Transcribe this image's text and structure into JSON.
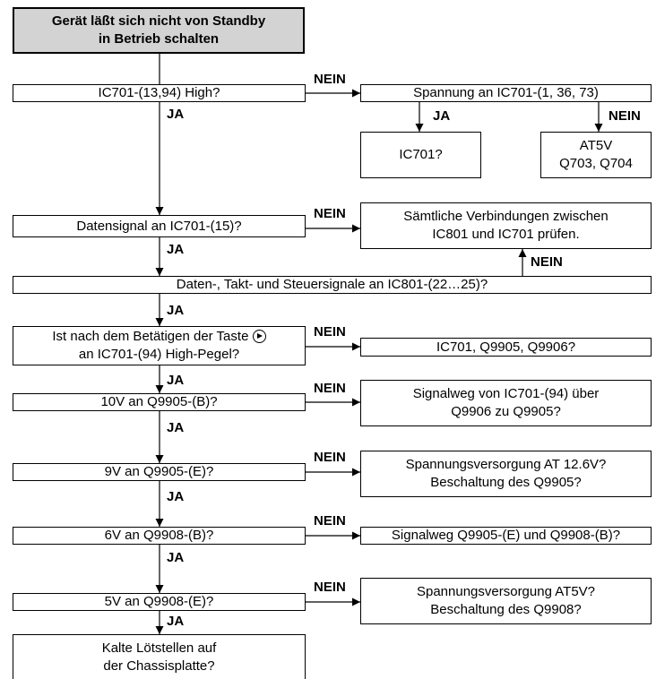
{
  "nodes": {
    "start": {
      "l1": "Gerät läßt sich nicht von Standby",
      "l2": "in Betrieb schalten"
    },
    "q_ic701_high": "IC701-(13,94) High?",
    "q_spannung": "Spannung an IC701-(1, 36, 73)",
    "r_ic701": "IC701?",
    "r_at5v": {
      "l1": "AT5V",
      "l2": "Q703, Q704"
    },
    "q_datensignal": "Datensignal an IC701-(15)?",
    "r_verbindungen": {
      "l1": "Sämtliche Verbindungen zwischen",
      "l2": "IC801 und IC701 prüfen."
    },
    "q_daten_takt": "Daten-, Takt- und Steuersignale an IC801-(22…25)?",
    "q_taste": {
      "l1a": "Ist nach dem Betätigen der Taste",
      "l2": "an IC701-(94) High-Pegel?"
    },
    "r_ic701_q9905": "IC701, Q9905, Q9906?",
    "q_10v": "10V an Q9905-(B)?",
    "r_signalweg_94": {
      "l1": "Signalweg von IC701-(94) über",
      "l2": "Q9906 zu Q9905?"
    },
    "q_9v": "9V an Q9905-(E)?",
    "r_spannung_at126": {
      "l1": "Spannungsversorgung AT 12.6V?",
      "l2": "Beschaltung des Q9905?"
    },
    "q_6v": "6V an Q9908-(B)?",
    "r_signalweg_q9905": "Signalweg Q9905-(E) und Q9908-(B)?",
    "q_5v": "5V an Q9908-(E)?",
    "r_spannung_at5v": {
      "l1": "Spannungsversorgung AT5V?",
      "l2": "Beschaltung des Q9908?"
    },
    "r_kalte": {
      "l1": "Kalte Lötstellen auf",
      "l2": "der Chassisplatte?"
    }
  },
  "labels": {
    "yes": "JA",
    "no": "NEIN"
  },
  "icons": {
    "taste": "play-button-icon"
  }
}
